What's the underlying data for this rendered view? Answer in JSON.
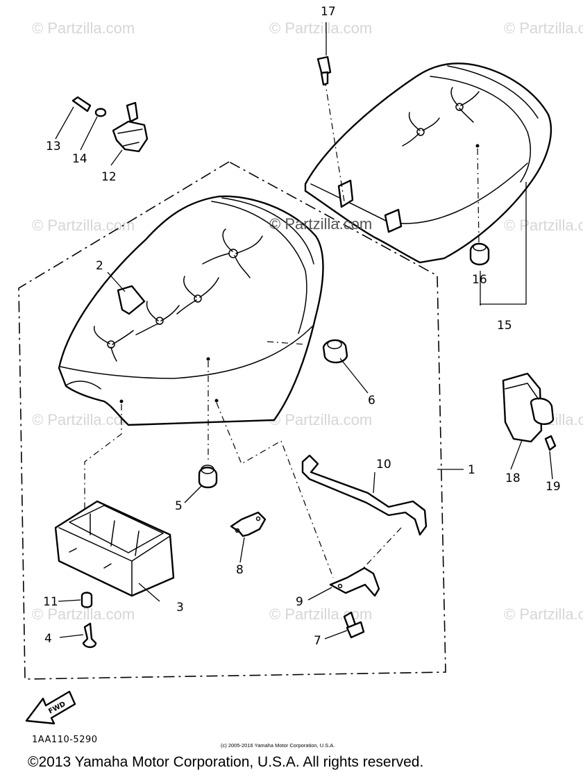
{
  "watermark": "© Partzilla.com",
  "watermark_center": "© Partzilla.com",
  "callouts": {
    "p1": "1",
    "p2": "2",
    "p3": "3",
    "p4": "4",
    "p5": "5",
    "p6": "6",
    "p7": "7",
    "p8": "8",
    "p9": "9",
    "p10": "10",
    "p11": "11",
    "p12": "12",
    "p13": "13",
    "p14": "14",
    "p15": "15",
    "p16": "16",
    "p17": "17",
    "p18": "18",
    "p19": "19"
  },
  "fwd_label": "FWD",
  "diagram_code": "1AA110-5290",
  "small_copyright": "(c) 2005-2016 Yamaha Motor Corporation, U.S.A.",
  "footer_copyright": "©2013 Yamaha Motor Corporation, U.S.A. All rights reserved."
}
